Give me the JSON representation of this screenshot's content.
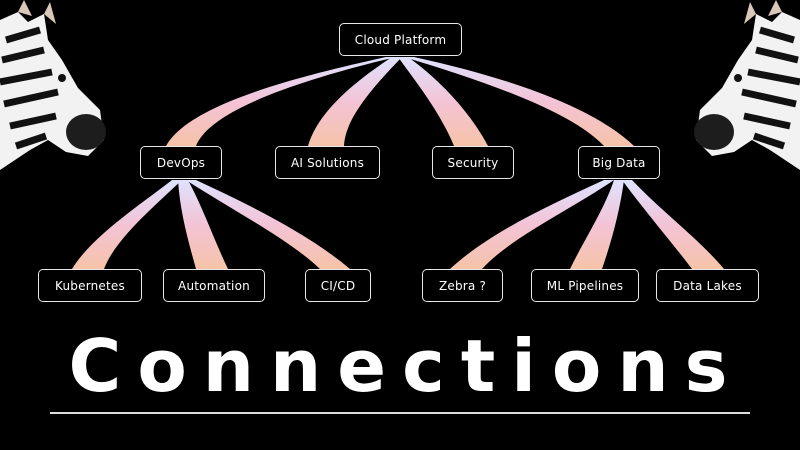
{
  "diagram": {
    "root": "Cloud Platform",
    "level1": [
      "DevOps",
      "AI Solutions",
      "Security",
      "Big Data"
    ],
    "devops_children": [
      "Kubernetes",
      "Automation",
      "CI/CD"
    ],
    "bigdata_children": [
      "Zebra ?",
      "ML Pipelines",
      "Data Lakes"
    ]
  },
  "headline": "Connections",
  "colors": {
    "background": "#000000",
    "node_border": "#e8e8e8",
    "text": "#ffffff",
    "connector_light": "#dfe3ff",
    "connector_pink": "#f3c3d6",
    "connector_peach": "#f6c3a8"
  },
  "icons": [
    "zebra-head-left",
    "zebra-head-right"
  ]
}
